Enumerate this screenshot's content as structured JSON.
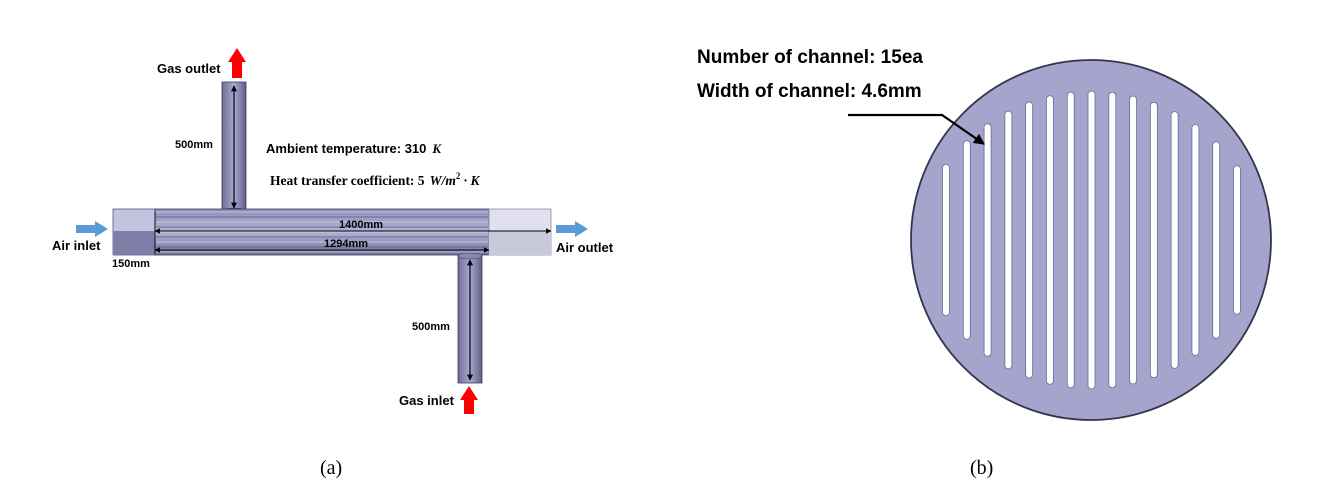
{
  "panel_a": {
    "gas_outlet": "Gas outlet",
    "gas_inlet": "Gas inlet",
    "air_inlet": "Air inlet",
    "air_outlet": "Air outlet",
    "dim_top_pipe": "500mm",
    "dim_bottom_pipe": "500mm",
    "dim_total": "1400mm",
    "dim_inner": "1294mm",
    "dim_end": "150mm",
    "ambient_label": "Ambient temperature: 310",
    "ambient_unit": "K",
    "heat_label": "Heat transfer coefficient: 5",
    "heat_unit_main": "W/m",
    "heat_unit_sup": "2",
    "heat_unit_rest": " · K",
    "caption": "(a)"
  },
  "panel_b": {
    "num_channels_label": "Number of channel: 15ea",
    "width_channel_label": "Width of channel: 4.6mm",
    "channel_count": 15,
    "caption": "(b)"
  },
  "colors": {
    "body": "#9b9bc8",
    "body_light": "#c6c6e2",
    "body_dark": "#5d5d86",
    "outlet_end": "#dcdcea",
    "red_arrow": "#ff0000",
    "blue_arrow": "#5b9bd5"
  }
}
